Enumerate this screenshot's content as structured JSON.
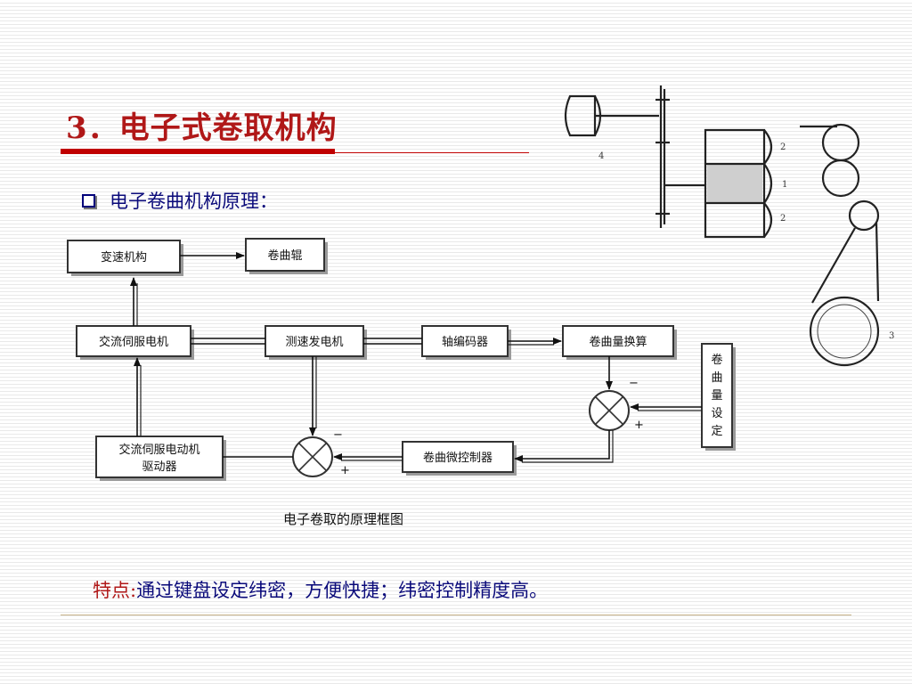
{
  "slide": {
    "title": "3．电子式卷取机构",
    "bullet": "电子卷曲机构原理：",
    "caption": "电子卷取的原理框图",
    "feature_label": "特点:",
    "feature_text": "通过键盘设定纬密，方便快捷；纬密控制精度高。"
  },
  "diagram": {
    "blocks": {
      "speed_mech": "变速机构",
      "take_up_roller": "卷曲辊",
      "ac_servo_motor": "交流伺服电机",
      "tacho_generator": "测速发电机",
      "shaft_encoder": "轴编码器",
      "take_up_conversion": "卷曲量换算",
      "take_up_setting": [
        "卷",
        "曲",
        "量",
        "设",
        "定"
      ],
      "ac_servo_driver_line1": "交流伺服电动机",
      "ac_servo_driver_line2": "驱动器",
      "micro_controller": "卷曲微控制器"
    },
    "signs": {
      "summer1_top": "−",
      "summer1_right": "+",
      "summer2_top": "−",
      "summer2_right": "+"
    }
  },
  "mechanism": {
    "labels": [
      "4",
      "2",
      "1",
      "2",
      "3"
    ]
  }
}
